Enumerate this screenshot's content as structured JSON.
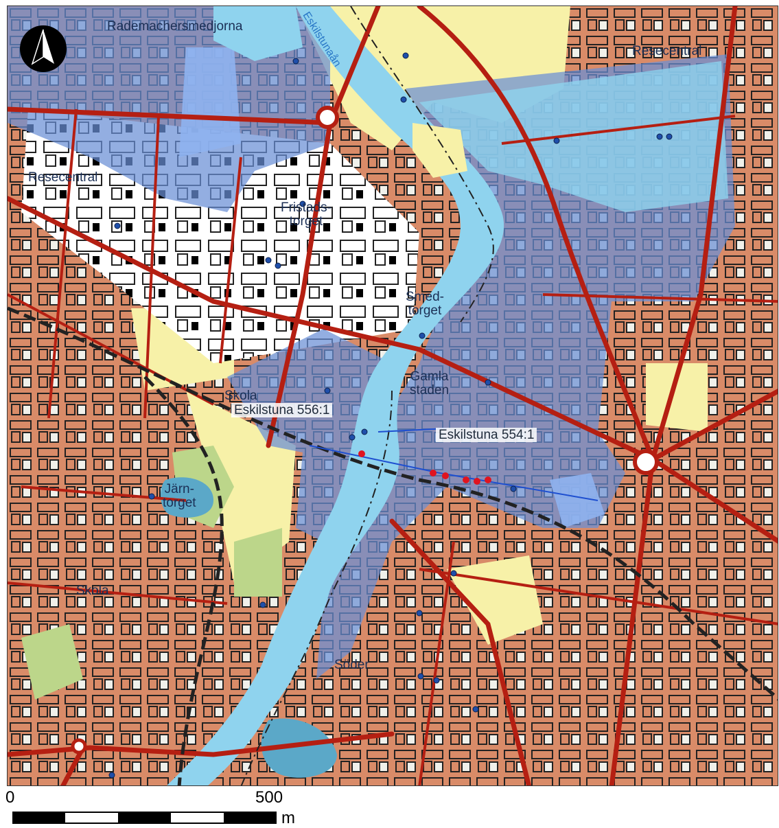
{
  "map": {
    "labels": {
      "rademachersmedjorna": "Rademachersmedjorna",
      "eskilstunaan": "Eskilstunaån",
      "resecentral_left": "Resecentral",
      "resecentral_right": "Resecentral",
      "fristadstorget": "Fristads-\ntorget",
      "smedjetorget": "Smed-\ntorget",
      "gamla_staden": "Gamla\nstaden",
      "skola_center": "Skola",
      "skola_left": "Skola",
      "jarntorget": "Järn-\ntorget",
      "soder": "Söder",
      "property_556": "Eskilstuna 556:1",
      "property_554": "Eskilstuna 554:1"
    },
    "colors": {
      "river": "#8fd3ee",
      "flood_zone": "#6a8fd6",
      "built_blocks": "#d98b68",
      "open_land": "#f7f1a8",
      "roads": "#b51f12",
      "railway": "#222222",
      "sample_points": "#e0141f",
      "wells": "#1f4faa"
    },
    "icons": {
      "north_arrow": "north-arrow-icon"
    }
  },
  "scale": {
    "tick_start": "0",
    "tick_mid": "500",
    "unit": "m"
  }
}
